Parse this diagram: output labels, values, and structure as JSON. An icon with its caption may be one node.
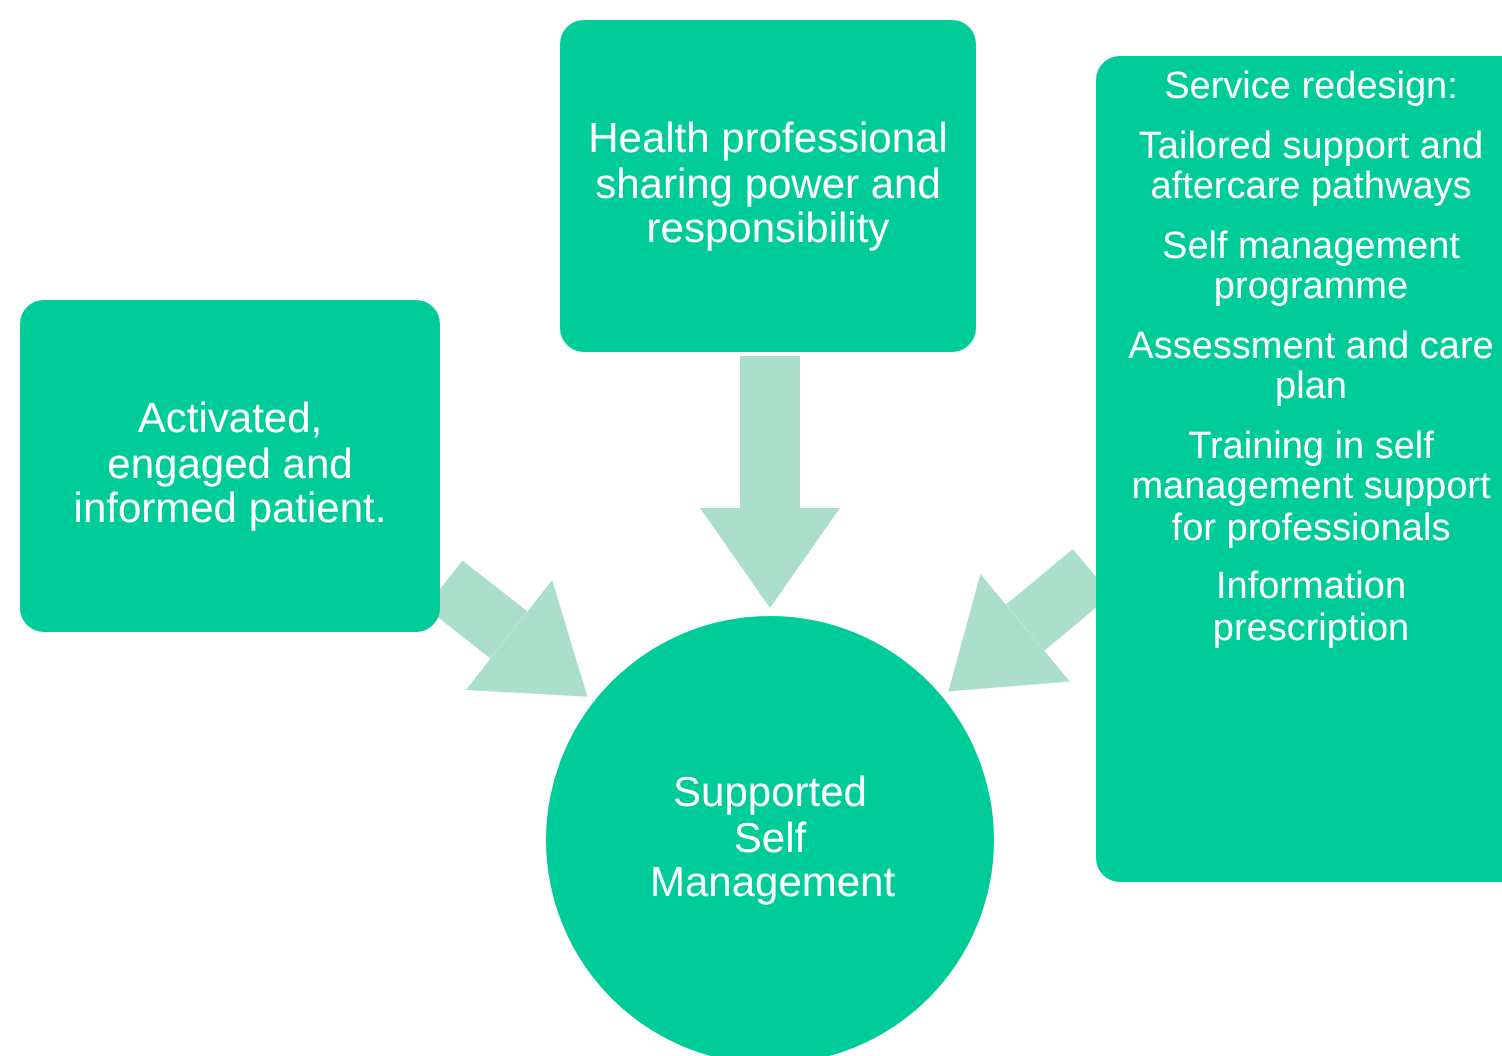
{
  "diagram": {
    "nodes": [
      {
        "text": [
          "Activated, engaged and informed patient."
        ]
      },
      {
        "text": [
          "Health professional sharing power and responsibility"
        ]
      },
      {
        "text": [
          "Service redesign:",
          "Tailored support and aftercare pathways",
          "Self management programme",
          "Assessment and care plan",
          "Training in self management support for professionals",
          "Information prescription"
        ]
      },
      {
        "text": [
          "Supported Self Management"
        ]
      }
    ],
    "edges": [
      {
        "from": 0,
        "to": 3,
        "arrow": "to"
      },
      {
        "from": 1,
        "to": 3,
        "arrow": "to"
      },
      {
        "from": 2,
        "to": 3,
        "arrow": "to"
      }
    ]
  }
}
